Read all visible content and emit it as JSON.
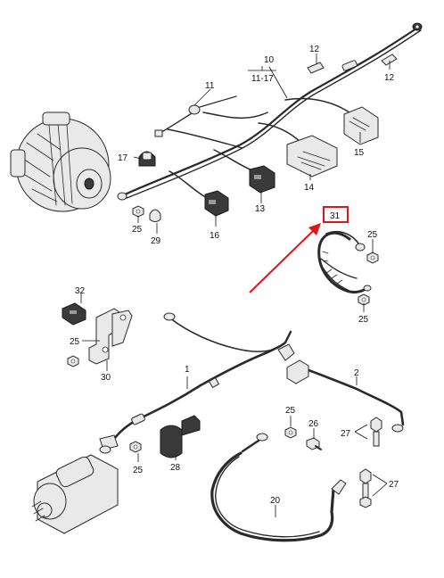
{
  "labels": {
    "l1": "1",
    "l2": "2",
    "l10": "10",
    "l11_17": "11-17",
    "l11": "11",
    "l12a": "12",
    "l12b": "12",
    "l13": "13",
    "l14": "14",
    "l15": "15",
    "l16": "16",
    "l17": "17",
    "l20": "20",
    "l25a": "25",
    "l25b": "25",
    "l25c": "25",
    "l25d": "25",
    "l25e": "25",
    "l25f": "25",
    "l26": "26",
    "l27a": "27",
    "l27b": "27",
    "l28": "28",
    "l29": "29",
    "l30": "30",
    "l31": "31",
    "l32": "32"
  },
  "colors": {
    "highlight": "#e0151b",
    "line": "#2a2a2a",
    "part_fill": "#e9e9e9"
  }
}
